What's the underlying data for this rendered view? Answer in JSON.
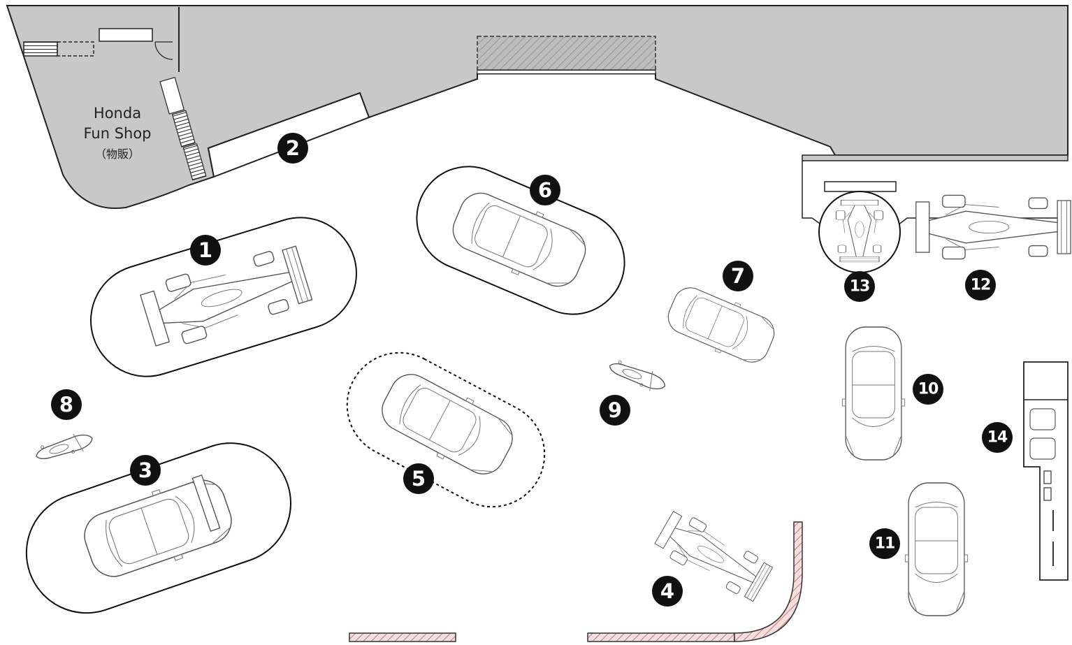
{
  "shop": {
    "name_line1": "Honda",
    "name_line2": "Fun Shop",
    "name_line3": "（物販）"
  },
  "markers": [
    {
      "id": "1",
      "label": "1"
    },
    {
      "id": "2",
      "label": "2"
    },
    {
      "id": "3",
      "label": "3"
    },
    {
      "id": "4",
      "label": "4"
    },
    {
      "id": "5",
      "label": "5"
    },
    {
      "id": "6",
      "label": "6"
    },
    {
      "id": "7",
      "label": "7"
    },
    {
      "id": "8",
      "label": "8"
    },
    {
      "id": "9",
      "label": "9"
    },
    {
      "id": "10",
      "label": "10"
    },
    {
      "id": "11",
      "label": "11"
    },
    {
      "id": "12",
      "label": "12"
    },
    {
      "id": "13",
      "label": "13"
    },
    {
      "id": "14",
      "label": "14"
    }
  ],
  "colors": {
    "wall_fill": "#c8c8c8",
    "marker": "#111111",
    "hatch": "#c87878"
  }
}
